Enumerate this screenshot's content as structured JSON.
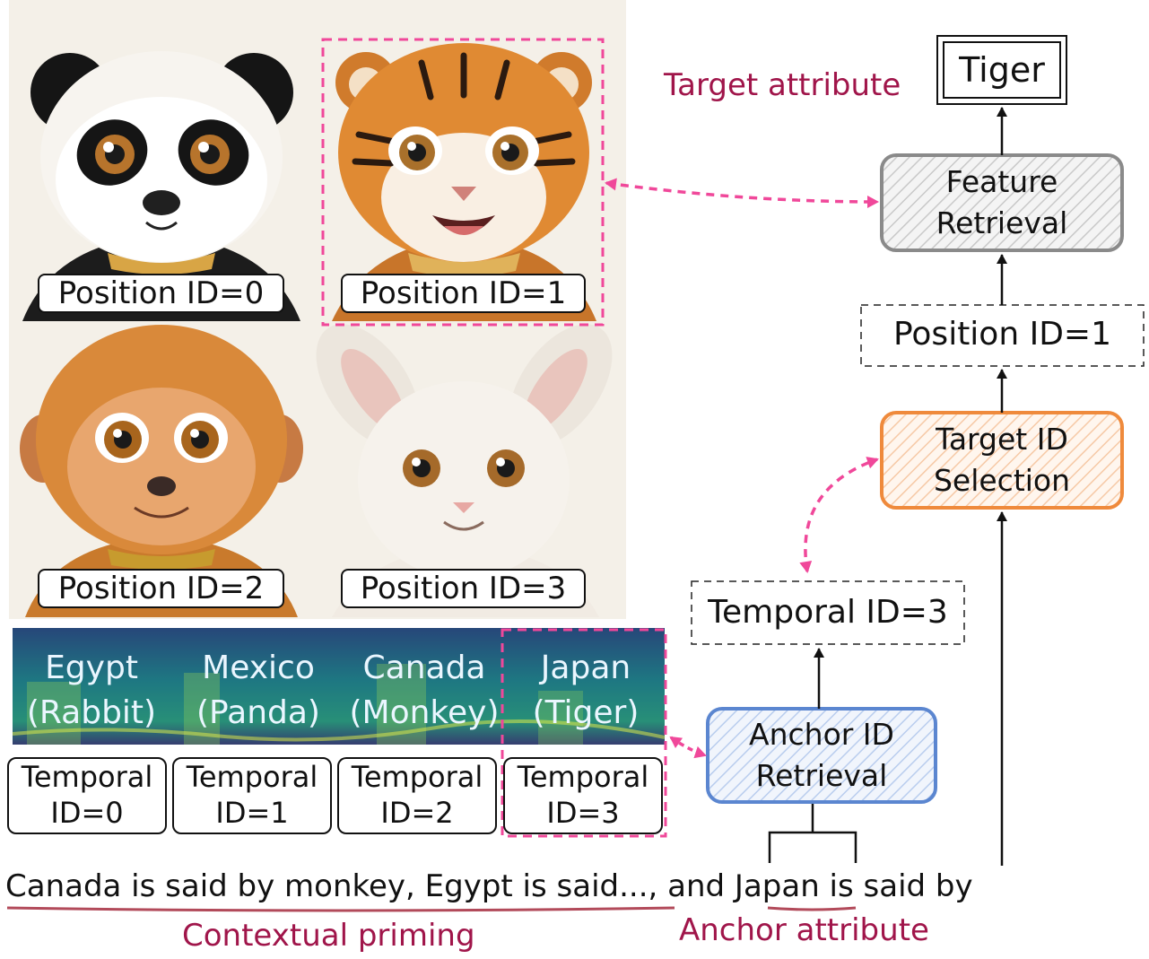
{
  "target_attribute": {
    "label": "Target attribute",
    "value": "Tiger"
  },
  "position_labels": [
    "Position ID=0",
    "Position ID=1",
    "Position ID=2",
    "Position ID=3"
  ],
  "animals": [
    "panda",
    "tiger",
    "monkey",
    "rabbit"
  ],
  "spectrogram": {
    "words": [
      {
        "country": "Egypt",
        "animal": "(Rabbit)"
      },
      {
        "country": "Mexico",
        "animal": "(Panda)"
      },
      {
        "country": "Canada",
        "animal": "(Monkey)"
      },
      {
        "country": "Japan",
        "animal": "(Tiger)"
      }
    ]
  },
  "temporal_boxes": [
    {
      "line1": "Temporal",
      "line2": "ID=0"
    },
    {
      "line1": "Temporal",
      "line2": "ID=1"
    },
    {
      "line1": "Temporal",
      "line2": "ID=2"
    },
    {
      "line1": "Temporal",
      "line2": "ID=3"
    }
  ],
  "flow": {
    "feature_retrieval": {
      "line1": "Feature",
      "line2": "Retrieval"
    },
    "position_id": "Position ID=1",
    "target_id_selection": {
      "line1": "Target ID",
      "line2": "Selection"
    },
    "temporal_id": "Temporal ID=3",
    "anchor_id_retrieval": {
      "line1": "Anchor ID",
      "line2": "Retrieval"
    }
  },
  "sentence": "Canada is said by monkey,  Egypt is said..., and Japan is said by",
  "contextual_priming": "Contextual priming",
  "anchor_attribute": "Anchor attribute",
  "colors": {
    "magenta_dash": "#f0489a",
    "label_text": "#a0154a",
    "underline": "#b24a5a",
    "feature_box": "#8a8a8a",
    "target_box": "#ef8a3c",
    "anchor_box": "#5b86d0"
  }
}
